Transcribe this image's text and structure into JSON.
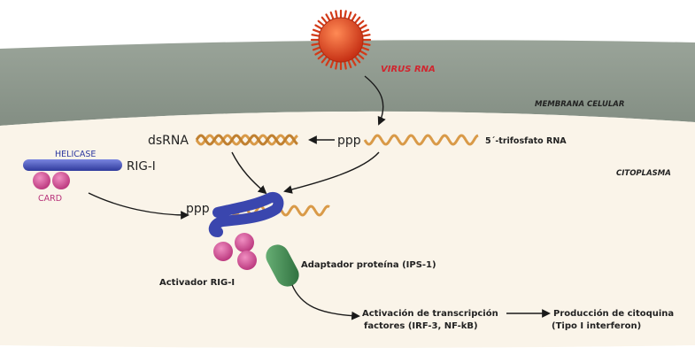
{
  "labels": {
    "virus_rna": "VIRUS RNA",
    "membrana": "MEMBRANA CELULAR",
    "citoplasma": "CITOPLASMA",
    "dsrna": "dsRNA",
    "ppp_top": "ppp",
    "trifosfato": "5´-trifosfato RNA",
    "helicase": "HELICASE",
    "rigi": "RIG-I",
    "card": "CARD",
    "ppp_center": "ppp",
    "activador": "Activador RIG-I",
    "adaptador": "Adaptador proteína (IPS-1)",
    "activacion_l1": "Activación de transcripción",
    "activacion_l2": "factores (IRF-3, NF-kB)",
    "produccion_l1": "Producción de citoquina",
    "produccion_l2": "(Tipo I interferon)"
  },
  "colors": {
    "membrane": "#8f9a8e",
    "cytoplasm": "#faf4e9",
    "virus": "#e2411f",
    "rna": "#d99a48",
    "helicase": "#4752b8",
    "card": "#d8559a",
    "adaptor": "#3f8a4f",
    "virus_label": "#d0262f",
    "text": "#222222"
  }
}
